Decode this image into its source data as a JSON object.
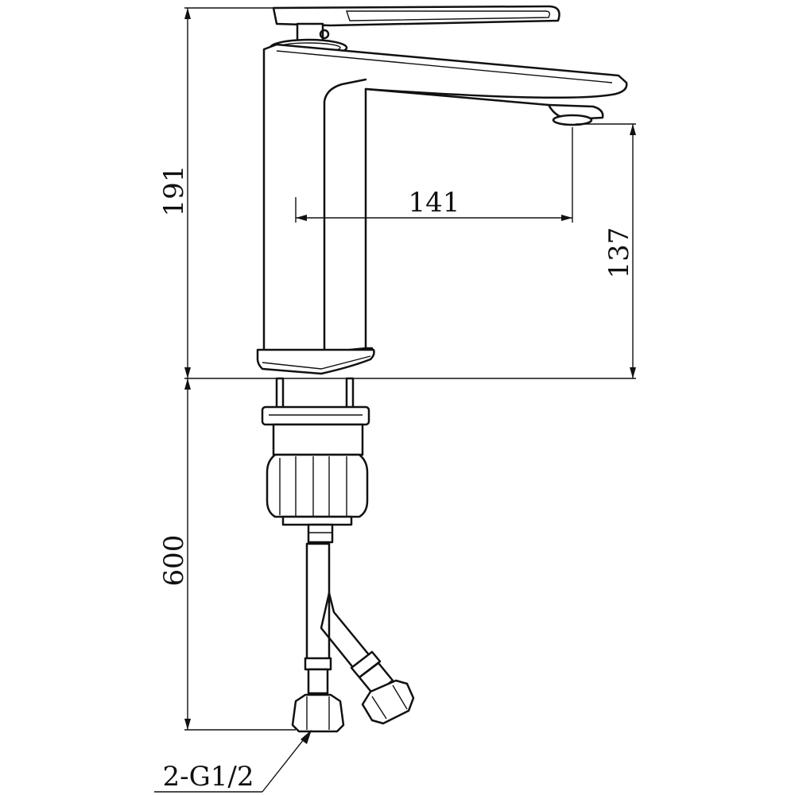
{
  "dimensions": {
    "total_height": "191",
    "spout_reach": "141",
    "spout_height": "137",
    "hose_length": "600",
    "connection": "2-G1/2"
  }
}
